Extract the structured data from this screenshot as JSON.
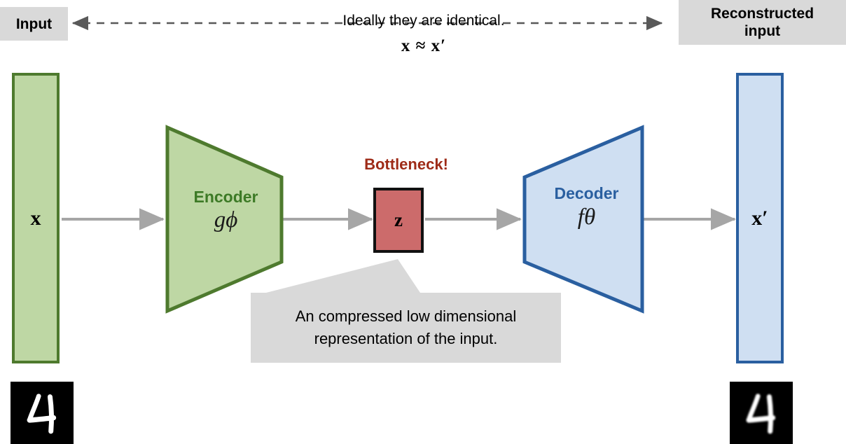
{
  "diagram": {
    "title": "Autoencoder architecture",
    "top_labels": {
      "input": "Input",
      "reconstructed_line1": "Reconstructed",
      "reconstructed_line2": "input"
    },
    "caption": {
      "text": "Ideally they are identical.",
      "equation": "x ≈ x′",
      "equation_lhs": "x",
      "equation_rel": "≈",
      "equation_rhs": "x′"
    },
    "bars": {
      "input_symbol": "x",
      "output_symbol": "x′"
    },
    "encoder": {
      "label": "Encoder",
      "symbol": "gϕ"
    },
    "decoder": {
      "label": "Decoder",
      "symbol": "fθ"
    },
    "bottleneck": {
      "title": "Bottleneck!",
      "symbol": "z",
      "callout": "An compressed low dimensional representation of the input."
    },
    "digits": {
      "input_digit": "4",
      "output_digit": "4"
    },
    "colors": {
      "input_bar_fill": "#bed7a4",
      "input_bar_border": "#4e7a2e",
      "output_bar_fill": "#cfdff2",
      "output_bar_border": "#2a5fa0",
      "encoder_fill": "#bed7a4",
      "encoder_border": "#4e7a2e",
      "decoder_fill": "#cfdff2",
      "decoder_border": "#2a5fa0",
      "bottleneck_fill": "#cc6b6b",
      "bottleneck_border": "#111111",
      "bottleneck_text": "#9e2b17",
      "label_box_fill": "#d9d9d9",
      "arrow": "#a6a6a6",
      "dashed_arrow": "#595959"
    }
  }
}
